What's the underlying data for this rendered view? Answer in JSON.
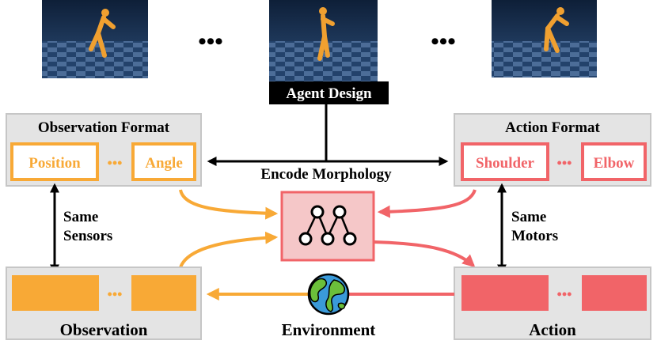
{
  "agent": {
    "label": "Agent Design",
    "ellipsis": [
      "•••",
      "•••"
    ]
  },
  "observation_format": {
    "title": "Observation Format",
    "items": [
      "Position",
      "Angle"
    ],
    "ellipsis": "•••"
  },
  "action_format": {
    "title": "Action Format",
    "items": [
      "Shoulder",
      "Elbow"
    ],
    "ellipsis": "•••"
  },
  "encode_label": "Encode Morphology",
  "same_sensors": [
    "Same",
    "Sensors"
  ],
  "same_motors": [
    "Same",
    "Motors"
  ],
  "observation": {
    "title": "Observation",
    "ellipsis": "•••"
  },
  "action": {
    "title": "Action",
    "ellipsis": "•••"
  },
  "environment_label": "Environment",
  "colors": {
    "orange": "#f8a936",
    "red": "#f16468",
    "panel_bg": "#e4e4e4",
    "panel_border": "#c6c6c6",
    "policy_fill": "#f5c7c8",
    "black": "#000000"
  },
  "icons": [
    "humanoid-render",
    "neural-network-icon",
    "globe-icon"
  ]
}
